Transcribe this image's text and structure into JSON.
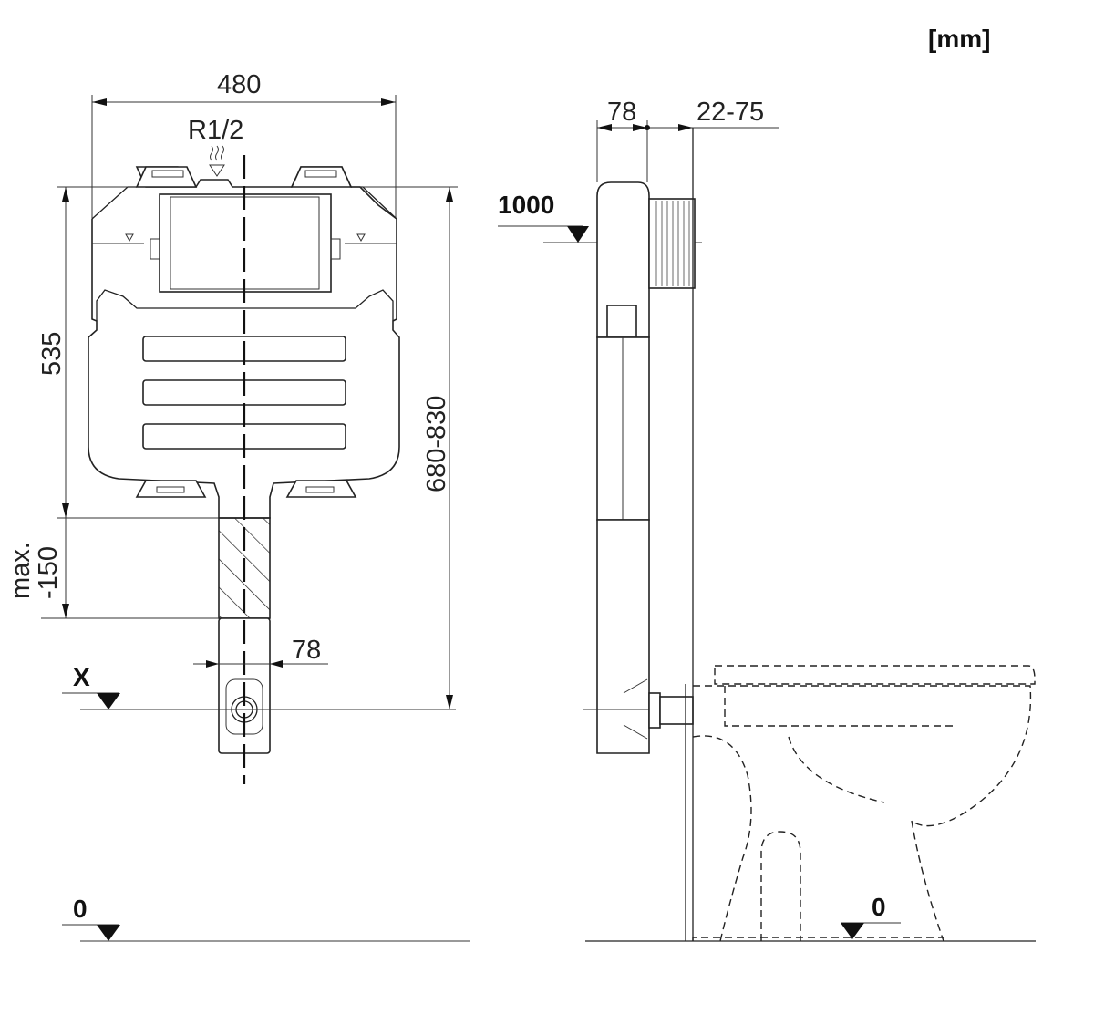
{
  "unit_label": "[mm]",
  "front_view": {
    "width_dim": "480",
    "connection_label": "R1/2",
    "height_dim": "535",
    "adjust_label_1": "max.",
    "adjust_label_2": "-150",
    "pipe_dim": "78",
    "total_height_dim": "680-830",
    "x_level_label": "X",
    "floor_level_label": "0"
  },
  "side_view": {
    "depth_dim": "78",
    "wall_dim": "22-75",
    "height_level_label": "1000",
    "floor_level_label": "0"
  }
}
